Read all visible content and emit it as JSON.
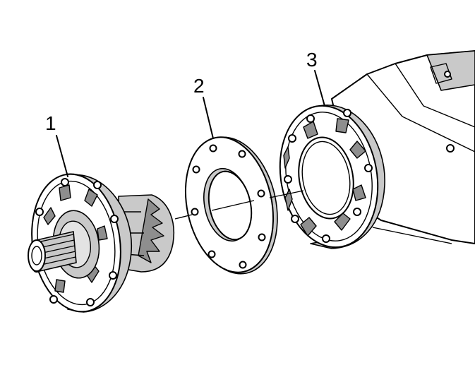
{
  "diagram": {
    "callouts": [
      {
        "id": "1",
        "label": "1"
      },
      {
        "id": "2",
        "label": "2"
      },
      {
        "id": "3",
        "label": "3"
      }
    ],
    "parts": [
      {
        "callout": "1",
        "name": "flanged-shaft-assembly"
      },
      {
        "callout": "2",
        "name": "flat-gasket"
      },
      {
        "callout": "3",
        "name": "housing-mounting-flange"
      }
    ]
  }
}
